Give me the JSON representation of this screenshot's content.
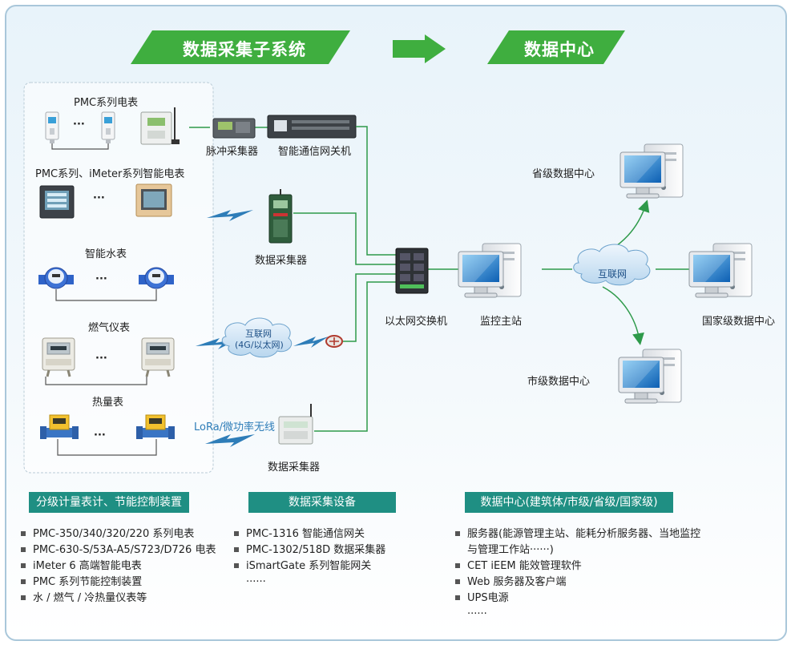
{
  "banners": {
    "left": "数据采集子系统",
    "right": "数据中心"
  },
  "meters": {
    "pmc_meter": "PMC系列电表",
    "pmc_imeter": "PMC系列、iMeter系列智能电表",
    "water": "智能水表",
    "gas": "燃气仪表",
    "heat": "热量表",
    "ellipsis": "···"
  },
  "devices": {
    "pulse_collector": "脉冲采集器",
    "gateway": "智能通信网关机",
    "collector1": "数据采集器",
    "collector2": "数据采集器",
    "switch": "以太网交换机",
    "monitor_station": "监控主站",
    "internet_cloud_line1": "互联网",
    "internet_cloud_line2": "(4G/以太网)",
    "lora": "LoRa/微功率无线",
    "internet": "互联网"
  },
  "centers": {
    "provincial": "省级数据中心",
    "national": "国家级数据中心",
    "city": "市级数据中心"
  },
  "sections": {
    "metering": {
      "title": "分级计量表计、节能控制装置",
      "items": [
        "PMC-350/340/320/220 系列电表",
        "PMC-630-S/53A-A5/S723/D726 电表",
        "iMeter 6 高端智能电表",
        "PMC 系列节能控制装置",
        "水 / 燃气 / 冷热量仪表等"
      ]
    },
    "collection": {
      "title": "数据采集设备",
      "items": [
        "PMC-1316 智能通信网关",
        "PMC-1302/518D 数据采集器",
        "iSmartGate 系列智能网关"
      ],
      "more": "······"
    },
    "datacenter": {
      "title": "数据中心(建筑体/市级/省级/国家级)",
      "items": [
        "服务器(能源管理主站、能耗分析服务器、当地监控",
        "CET iEEM 能效管理软件",
        "Web 服务器及客户端",
        "UPS电源"
      ],
      "item1_cont": "与管理工作站······)",
      "more": "······"
    }
  },
  "colors": {
    "banner_green": "#3fae3f",
    "teal": "#1f8f83",
    "line_green": "#2e9a4a",
    "frame": "#a9c7da"
  }
}
